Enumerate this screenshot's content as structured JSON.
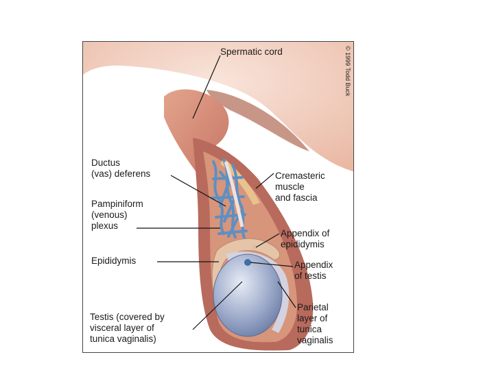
{
  "figure": {
    "copyright": "© 1999 Todd Buck",
    "labels": {
      "spermatic_cord": "Spermatic cord",
      "ductus_deferens": "Ductus\n(vas) deferens",
      "pampiniform_plexus": "Pampiniform\n(venous)\nplexus",
      "epididymis": "Epididymis",
      "testis": "Testis (covered by\nvisceral layer of\ntunica vaginalis)",
      "cremasteric": "Cremasteric\nmuscle\nand fascia",
      "appendix_epididymis": "Appendix of\nepididymis",
      "appendix_testis": "Appendix\nof testis",
      "parietal_layer": "Parietal\nlayer of\ntunica\nvaginalis"
    },
    "colors": {
      "skin": "#e8b9a2",
      "tissue": "#c97a6a",
      "muscle": "#d89a7a",
      "veins": "#5f8fc2",
      "testis": "#9aa8cc",
      "leader": "#111111"
    }
  }
}
